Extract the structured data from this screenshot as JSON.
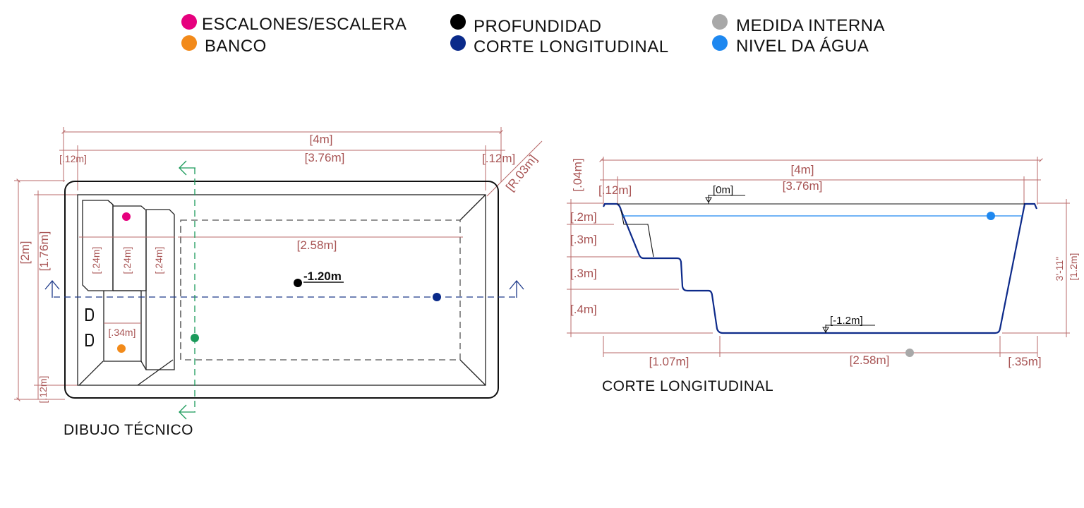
{
  "legend": [
    {
      "label": "ESCALONES/ESCALERA",
      "color": "#e6007e"
    },
    {
      "label": "BANCO",
      "color": "#f28a1a"
    },
    {
      "label": "PROFUNDIDAD",
      "color": "#000000"
    },
    {
      "label": "CORTE LONGITUDINAL",
      "color": "#0a2a8a"
    },
    {
      "label": "MEDIDA INTERNA",
      "color": "#a8a8a8"
    },
    {
      "label": "NIVEL DA ÁGUA",
      "color": "#1e88f0"
    }
  ],
  "colors": {
    "dimension": "#a85454",
    "section_line": "#1e3a8a",
    "cross_section": "#1a9a5a",
    "water": "#1e88f0"
  },
  "plan": {
    "caption": "DIBUJO TÉCNICO",
    "dims": {
      "total_length": "[4m]",
      "inner_length": "[3.76m]",
      "left_wall": "[.12m]",
      "right_wall": "[.12m]",
      "radius": "[R.03m]",
      "total_width": "[2m]",
      "inner_width": "[1.76m]",
      "bottom_wall": "[.12m]",
      "floor_length": "[2.58m]",
      "step1": "[.24m]",
      "step2": "[.24m]",
      "step3": "[.24m]",
      "bench": "[.34m]"
    },
    "depth_label": "-1.20m"
  },
  "section": {
    "caption": "CORTE LONGITUDINAL",
    "dims": {
      "total_length": "[4m]",
      "inner_length": "[3.76m]",
      "rim_height": "[.04m]",
      "wall": "[.12m]",
      "level_top": "[0m]",
      "level_bottom": "[-1.2m]",
      "h1": "[.2m]",
      "h2": "[.3m]",
      "h3": "[.3m]",
      "h4": "[.4m]",
      "b1": "[1.07m]",
      "b2": "[2.58m]",
      "b3": "[.35m]",
      "right_imperial": "3'-11\"",
      "right_metric": "[1.2m]"
    }
  }
}
